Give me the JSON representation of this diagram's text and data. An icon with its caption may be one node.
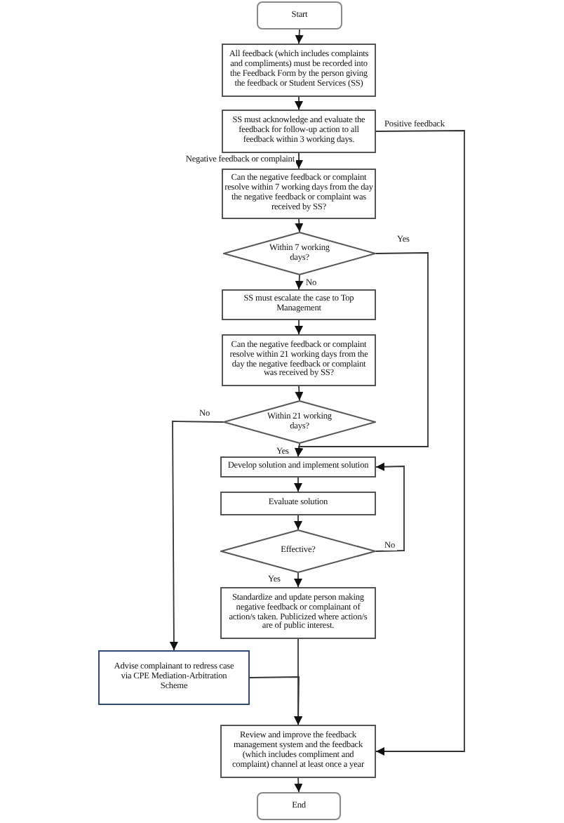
{
  "diagram": {
    "nodes": [
      {
        "text": [
          "Start"
        ]
      },
      {
        "text": [
          "All feedback (which includes complaints and compliments) must be recorded into the Feedback Form by the person giving the feedback or Student Services (SS)"
        ]
      },
      {
        "text": [
          "SS must acknowledge and evaluate the feedback for follow-up action to all feedback within 3 working days."
        ]
      },
      {
        "text": [
          "Can the negative feedback or complaint resolve within 7 working days from the day the negative feedback or complaint was received by SS?"
        ]
      },
      {
        "text": [
          "Within 7 working days?"
        ]
      },
      {
        "text": [
          "SS must escalate the case to Top Management"
        ]
      },
      {
        "text": [
          "Can the negative feedback or complaint resolve within 21 working days from the day the negative feedback or complaint was received by SS?"
        ]
      },
      {
        "text": [
          "Within 21 working days?"
        ]
      },
      {
        "text": [
          "Develop solution and implement solution"
        ]
      },
      {
        "text": [
          "Evaluate solution"
        ]
      },
      {
        "text": [
          "Effective?"
        ]
      },
      {
        "text": [
          "Standardize and update person making negative feedback or complainant of action/s taken. Publicized where action/s are of public interest."
        ]
      },
      {
        "text": [
          "Advise complainant to redress case via CPE Mediation-Arbitration Scheme"
        ]
      },
      {
        "text": [
          "Review and improve the feedback management system and the feedback (which includes compliment and complaint) channel at least once a year"
        ]
      },
      {
        "text": [
          "End"
        ]
      }
    ],
    "edges": [
      {
        "from": 0,
        "to": 1,
        "arrow": "to"
      },
      {
        "from": 1,
        "to": 2,
        "arrow": "to"
      },
      {
        "from": 2,
        "to": 3,
        "arrow": "to",
        "label": "Negative feedback or complaint"
      },
      {
        "from": 2,
        "to": 13,
        "arrow": "to",
        "label": "Positive feedback"
      },
      {
        "from": 3,
        "to": 4,
        "arrow": "to"
      },
      {
        "from": 4,
        "to": 8,
        "arrow": "to",
        "label": "Yes"
      },
      {
        "from": 4,
        "to": 5,
        "arrow": "to",
        "label": "No"
      },
      {
        "from": 5,
        "to": 6,
        "arrow": "to"
      },
      {
        "from": 6,
        "to": 7,
        "arrow": "to"
      },
      {
        "from": 7,
        "to": 8,
        "arrow": "to",
        "label": "Yes"
      },
      {
        "from": 7,
        "to": 12,
        "arrow": "to",
        "label": "No"
      },
      {
        "from": 8,
        "to": 9,
        "arrow": "to"
      },
      {
        "from": 9,
        "to": 10,
        "arrow": "to"
      },
      {
        "from": 10,
        "to": 8,
        "arrow": "to",
        "label": "No"
      },
      {
        "from": 10,
        "to": 11,
        "arrow": "to",
        "label": "Yes"
      },
      {
        "from": 11,
        "to": 13,
        "arrow": "to"
      },
      {
        "from": 12,
        "to": 13,
        "arrow": "to"
      },
      {
        "from": 13,
        "to": 14,
        "arrow": "to"
      }
    ]
  }
}
